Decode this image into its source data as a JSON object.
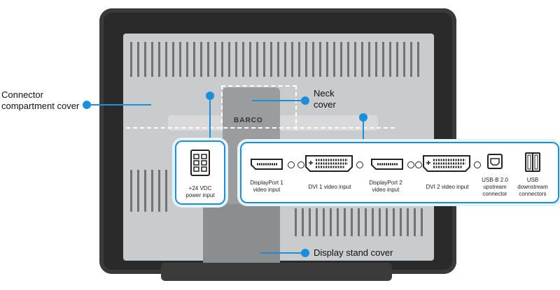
{
  "brand_logo": "BARCO",
  "callouts": {
    "connector_cover": [
      "Connector",
      "compartment cover"
    ],
    "neck_cover": [
      "Neck",
      "cover"
    ],
    "stand_cover": "Display stand cover"
  },
  "power_panel": {
    "label": [
      "+24 VDC",
      "power input"
    ]
  },
  "connectors": [
    {
      "id": "dp1",
      "label": [
        "DisplayPort 1",
        "video input"
      ]
    },
    {
      "id": "dvi1",
      "label": [
        "DVI 1 video input"
      ]
    },
    {
      "id": "dp2",
      "label": [
        "DisplayPort 2",
        "video input"
      ]
    },
    {
      "id": "dvi2",
      "label": [
        "DVI 2 video input"
      ]
    },
    {
      "id": "usbb",
      "label": [
        "USB-B 2.0",
        "upstream",
        "connector"
      ]
    },
    {
      "id": "usbds",
      "label": [
        "USB",
        "downstream",
        "connectors"
      ]
    }
  ],
  "colors": {
    "accent": "#1a8fdc",
    "bezel": "#2a2a2a",
    "back": "#c9cbcc"
  }
}
